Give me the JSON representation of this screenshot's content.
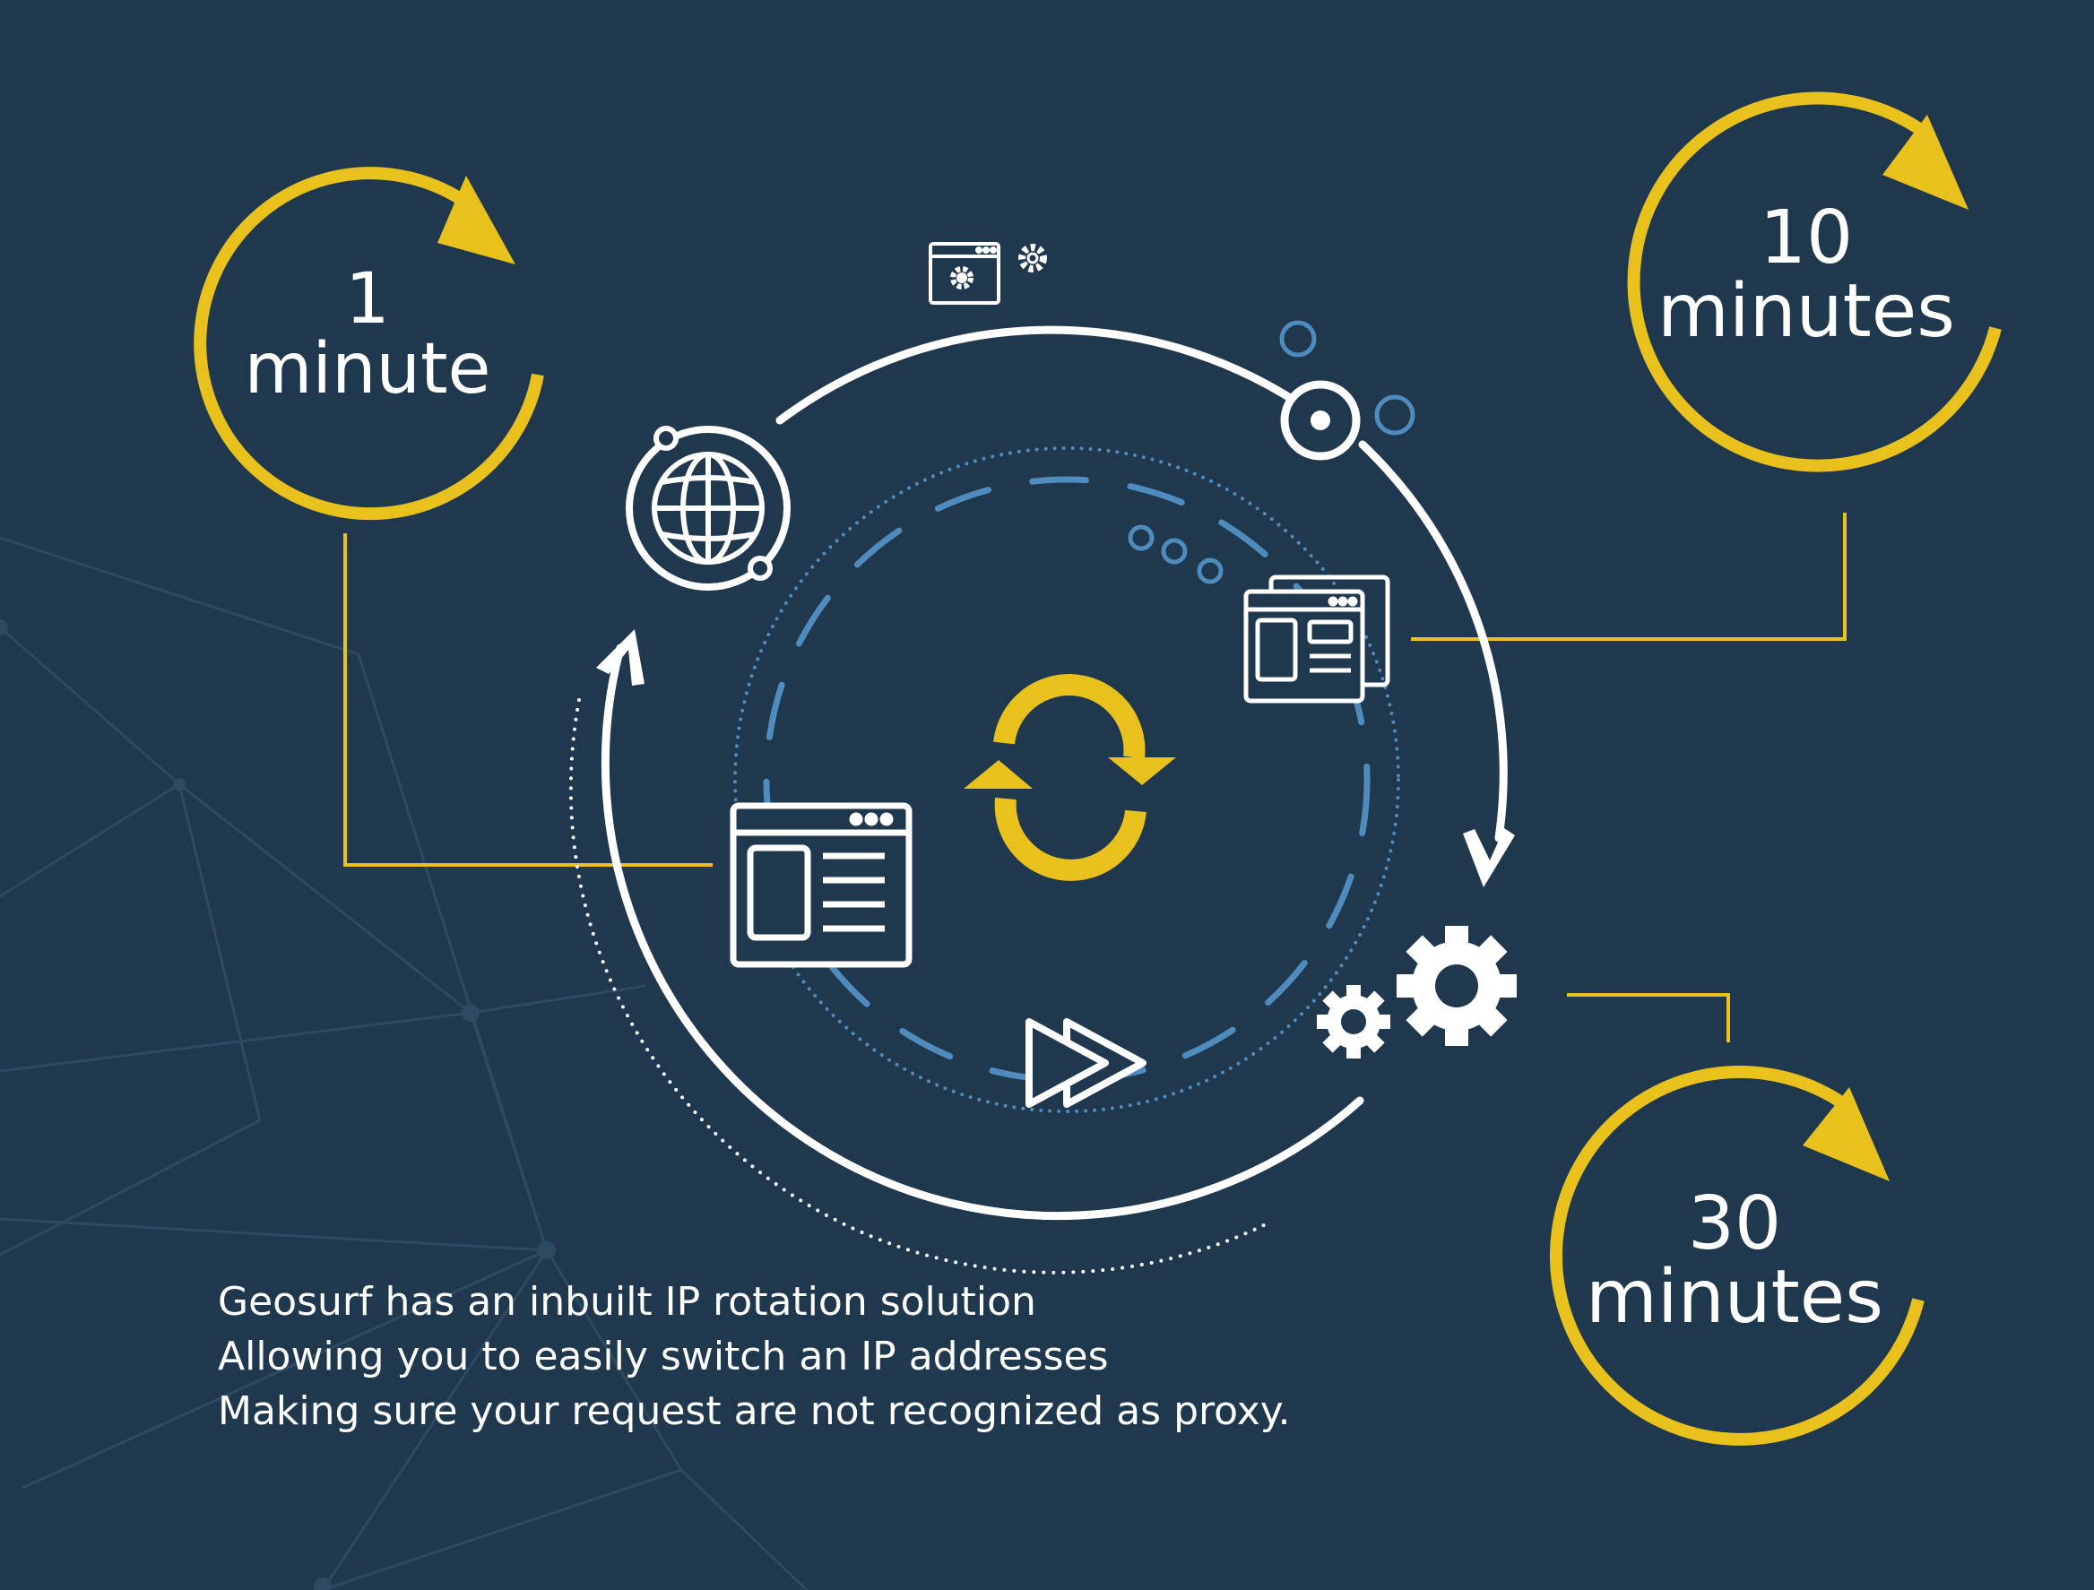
{
  "timers": [
    {
      "value": "1",
      "unit": "minute"
    },
    {
      "value": "10",
      "unit": "minutes"
    },
    {
      "value": "30",
      "unit": "minutes"
    }
  ],
  "caption": {
    "lines": [
      "Geosurf has an inbuilt IP rotation solution",
      "Allowing you to easily switch an IP addresses",
      "Making sure your request are not recognized as proxy."
    ]
  },
  "colors": {
    "background": "#1f384d",
    "accent_yellow": "#e8c11c",
    "dash_blue": "#4f8bbd",
    "line_white": "#ffffff",
    "network_lines": "#2e4a62"
  },
  "icons": [
    "globe-icon",
    "browser-settings-icon",
    "gear-small-icon",
    "target-icon",
    "browser-windows-icon",
    "browser-window-icon",
    "gears-icon",
    "fast-forward-icon",
    "refresh-icon"
  ]
}
